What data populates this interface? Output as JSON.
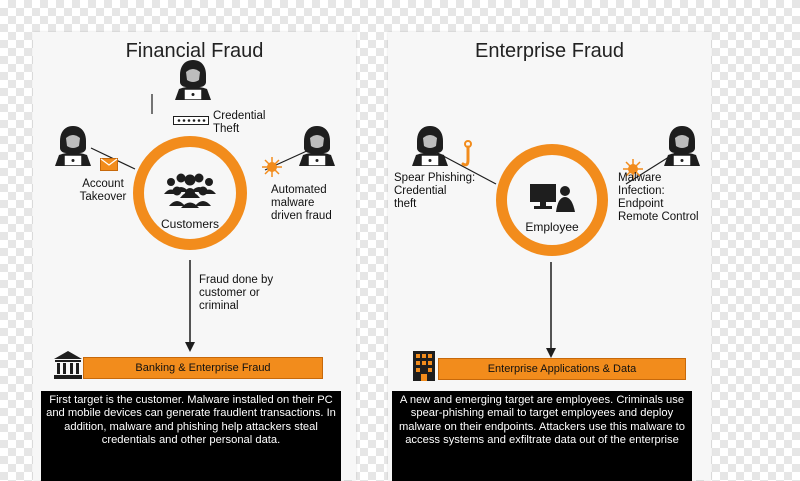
{
  "financial": {
    "title": "Financial Fraud",
    "credential_theft": [
      "Credential",
      "Theft"
    ],
    "account_takeover": [
      "Account",
      "Takeover"
    ],
    "automated": [
      "Automated",
      "malware",
      "driven fraud"
    ],
    "center_label": "Customers",
    "flow_label": [
      "Fraud done by",
      "customer or",
      "criminal"
    ],
    "bar_label": "Banking & Enterprise Fraud",
    "description": "First target is  the customer. Malware installed on their PC and mobile devices can generate fraudlent transactions. In addition, malware and phishing help attackers steal credentials and other personal data."
  },
  "enterprise": {
    "title": "Enterprise Fraud",
    "spear_phishing": [
      "Spear Phishing:",
      "Credential",
      "theft"
    ],
    "malware": [
      "Malware",
      "Infection:",
      "Endpoint",
      "Remote Control"
    ],
    "center_label": "Employee",
    "bar_label": "Enterprise Applications & Data",
    "description": "A new and emerging target are employees. Criminals use spear-phishing email to target employees and deploy malware on their endpoints. Attackers use this malware to access systems and exfiltrate data out of the enterprise"
  },
  "colors": {
    "accent": "#f28c1c",
    "dark": "#1e1e1e",
    "box": "#000000"
  },
  "icons": [
    "hacker-icon",
    "envelope-icon",
    "password-field-icon",
    "malware-icon",
    "people-group-icon",
    "computer-user-icon",
    "bank-icon",
    "building-icon",
    "fishing-hook-icon"
  ]
}
